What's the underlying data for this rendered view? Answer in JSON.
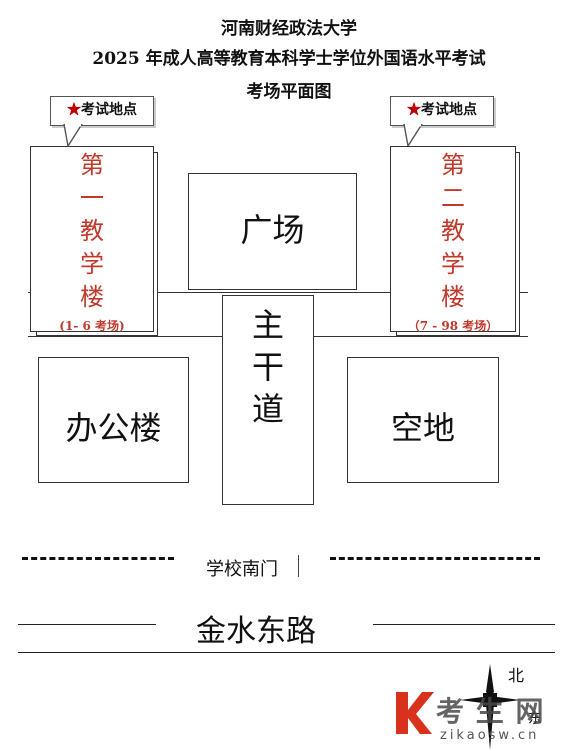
{
  "title": {
    "line1": "河南财经政法大学",
    "line2": "2025 年成人高等教育本科学士学位外国语水平考试",
    "line3": "考场平面图"
  },
  "callouts": {
    "left": {
      "star": "★",
      "text": "考试地点"
    },
    "right": {
      "star": "★",
      "text": "考试地点"
    }
  },
  "buildings": {
    "teaching1": {
      "chars": [
        "第",
        "一",
        "教",
        "学",
        "楼"
      ],
      "range": "(1- 6 考场)"
    },
    "teaching2": {
      "chars": [
        "第",
        "二",
        "教",
        "学",
        "楼"
      ],
      "range": "（7 - 98 考场）"
    },
    "plaza": "广场",
    "main_road": [
      "主",
      "干",
      "道"
    ],
    "office": "办公楼",
    "open_space": "空地"
  },
  "south_gate": "学校南门",
  "street": "金水东路",
  "compass": {
    "north": "北",
    "east": "东"
  },
  "watermark": {
    "name": "考 生 网",
    "url": "zikaosw.cn"
  },
  "colors": {
    "accent_red": "#c0392b",
    "star_red": "#c00000"
  }
}
